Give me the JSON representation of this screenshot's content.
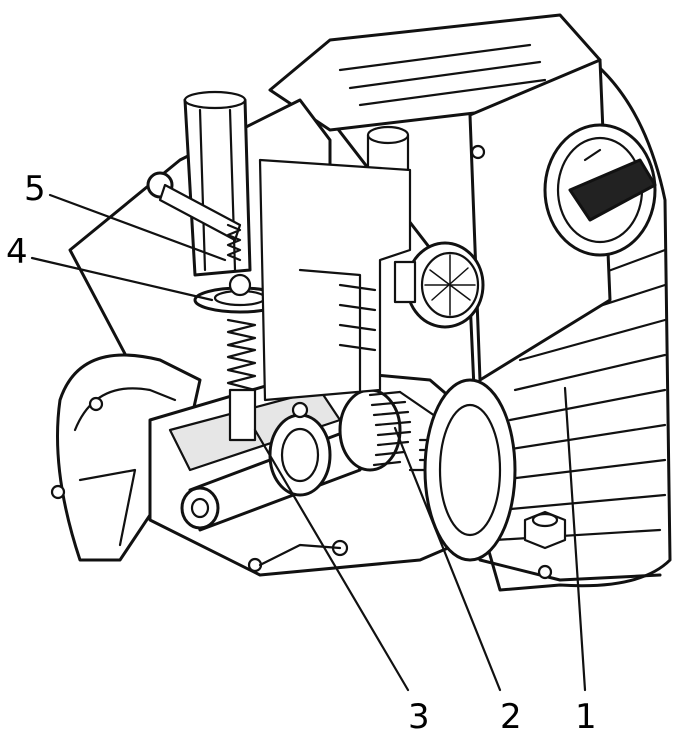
{
  "callouts": [
    {
      "id": "5",
      "label": "5"
    },
    {
      "id": "4",
      "label": "4"
    },
    {
      "id": "3",
      "label": "3"
    },
    {
      "id": "2",
      "label": "2"
    },
    {
      "id": "1",
      "label": "1"
    }
  ],
  "colors": {
    "line": "#111111",
    "background": "#ffffff",
    "shade": "#e6e6e6"
  }
}
